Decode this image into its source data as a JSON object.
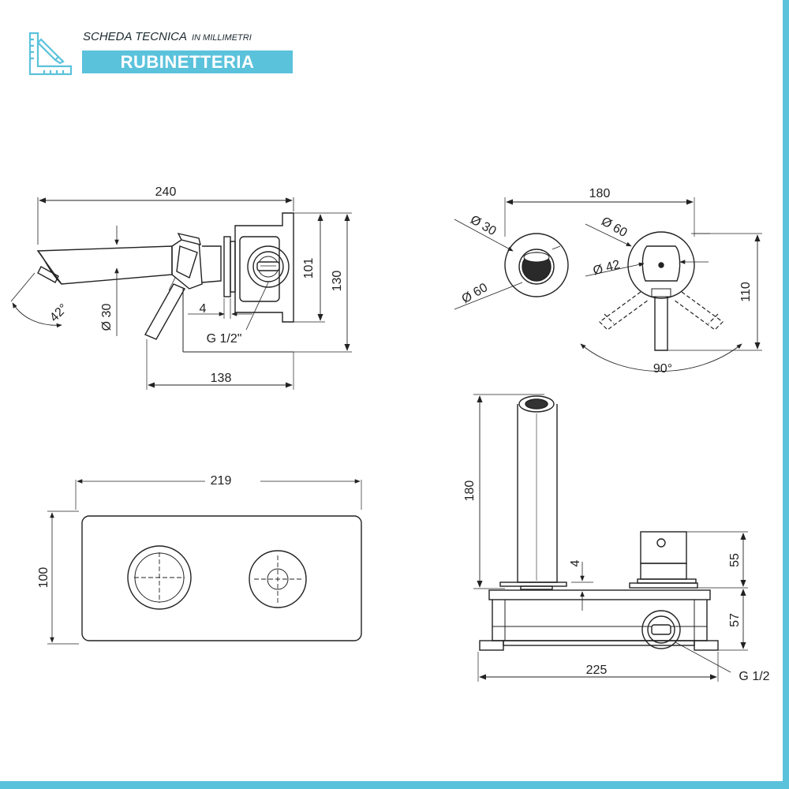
{
  "header": {
    "title": "SCHEDA TECNICA",
    "subtitle": "IN MILLIMETRI",
    "banner": "RUBINETTERIA",
    "icon": "ruler-pencil-icon",
    "accent_color": "#5bc2dc"
  },
  "side_view": {
    "overall_length": "240",
    "height_101": "101",
    "height_130": "130",
    "diameter": "Ø 30",
    "angle": "42°",
    "offset": "4",
    "thread": "G 1/2\"",
    "depth": "138"
  },
  "top_view": {
    "width": "180",
    "diam_30": "Ø 30",
    "diam_60_left": "Ø 60",
    "diam_60_right": "Ø 60",
    "diam_42": "Ø 42",
    "height": "110",
    "angle": "90°"
  },
  "plate_view": {
    "width": "219",
    "height": "100"
  },
  "front_view": {
    "spout_height": "180",
    "gap": "4",
    "handle_height": "55",
    "body_height": "57",
    "width": "225",
    "thread": "G 1/2"
  }
}
